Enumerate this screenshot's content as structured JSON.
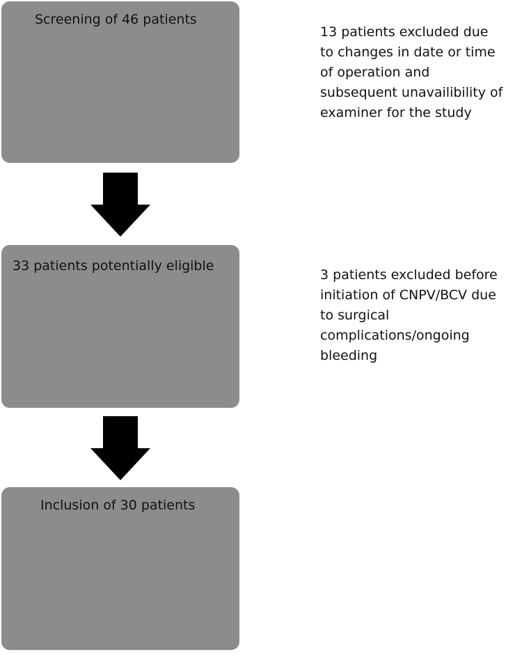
{
  "flow": {
    "steps": [
      {
        "label": "Screening of 46 patients"
      },
      {
        "label": "33 patients potentially eligible"
      },
      {
        "label": "Inclusion of 30 patients"
      }
    ],
    "exclusions": [
      {
        "lines": [
          "13 patients excluded due",
          "to changes in date or time",
          "of operation and",
          "subsequent unavailibility of",
          "examiner for the study"
        ]
      },
      {
        "lines": [
          "3 patients excluded before",
          "initiation of CNPV/BCV due",
          "to surgical",
          "complications/ongoing",
          "bleeding"
        ]
      }
    ]
  },
  "colors": {
    "box_fill": "#8c8c8c",
    "arrow_fill": "#000000",
    "text": "#111111"
  }
}
